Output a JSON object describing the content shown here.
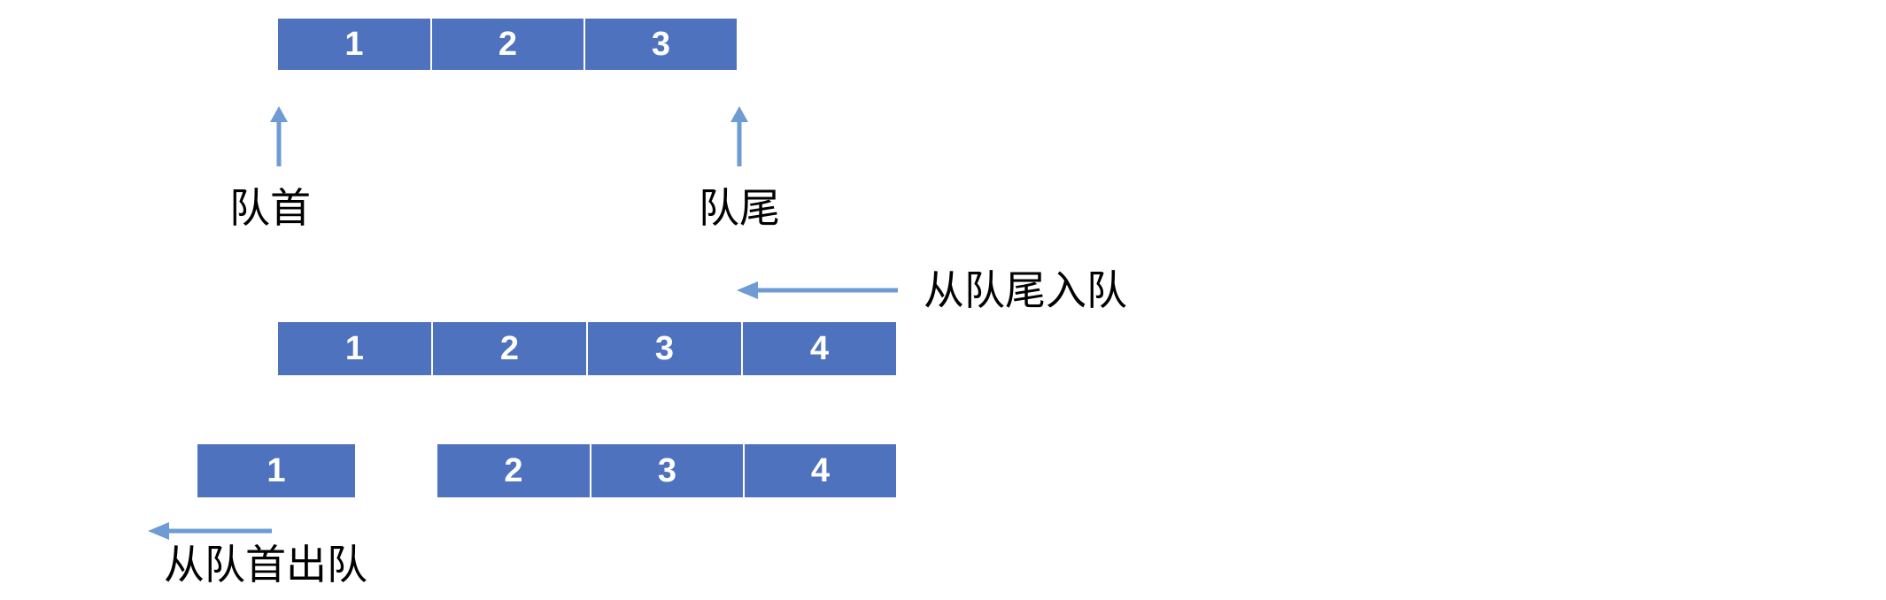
{
  "diagram": {
    "title_semantic": "queue-operations-diagram",
    "colors": {
      "cell_fill": "#4F72BE",
      "cell_border": "#FFFFFF",
      "cell_text": "#FFFFFF",
      "arrow": "#6E9BD4",
      "label_text": "#000000",
      "background": "#FFFFFF"
    },
    "rows": [
      {
        "id": "row-initial",
        "cells": [
          "1",
          "2",
          "3"
        ]
      },
      {
        "id": "row-after-enqueue",
        "cells": [
          "1",
          "2",
          "3",
          "4"
        ]
      },
      {
        "id": "row-after-dequeue-detached",
        "cells": [
          "1"
        ]
      },
      {
        "id": "row-after-dequeue-remaining",
        "cells": [
          "2",
          "3",
          "4"
        ]
      }
    ],
    "labels": {
      "head": "队首",
      "tail": "队尾",
      "enqueue": "从队尾入队",
      "dequeue": "从队首出队"
    },
    "pointers": [
      {
        "name": "head-pointer",
        "label": "队首",
        "direction": "up"
      },
      {
        "name": "tail-pointer",
        "label": "队尾",
        "direction": "up"
      }
    ],
    "operations": [
      {
        "name": "enqueue-at-tail",
        "label": "从队尾入队",
        "direction": "left"
      },
      {
        "name": "dequeue-at-head",
        "label": "从队首出队",
        "direction": "left"
      }
    ]
  }
}
